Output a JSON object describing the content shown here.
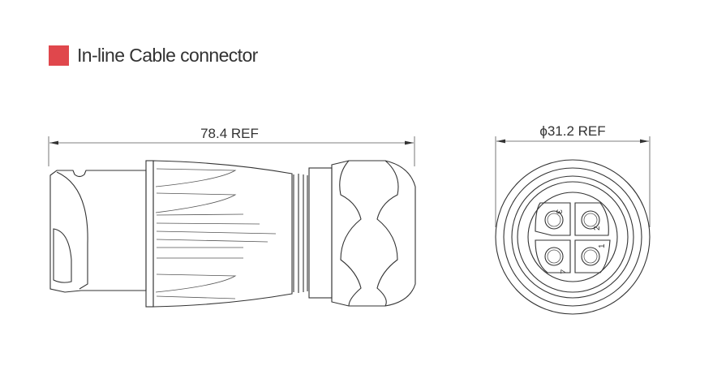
{
  "header": {
    "title": "In-line Cable connector",
    "accent_color": "#e0474c"
  },
  "side_view": {
    "length_label": "78.4 REF"
  },
  "end_view": {
    "diameter_label": "ϕ31.2 REF",
    "pin_labels": [
      "3",
      "2",
      "4",
      "1"
    ]
  }
}
